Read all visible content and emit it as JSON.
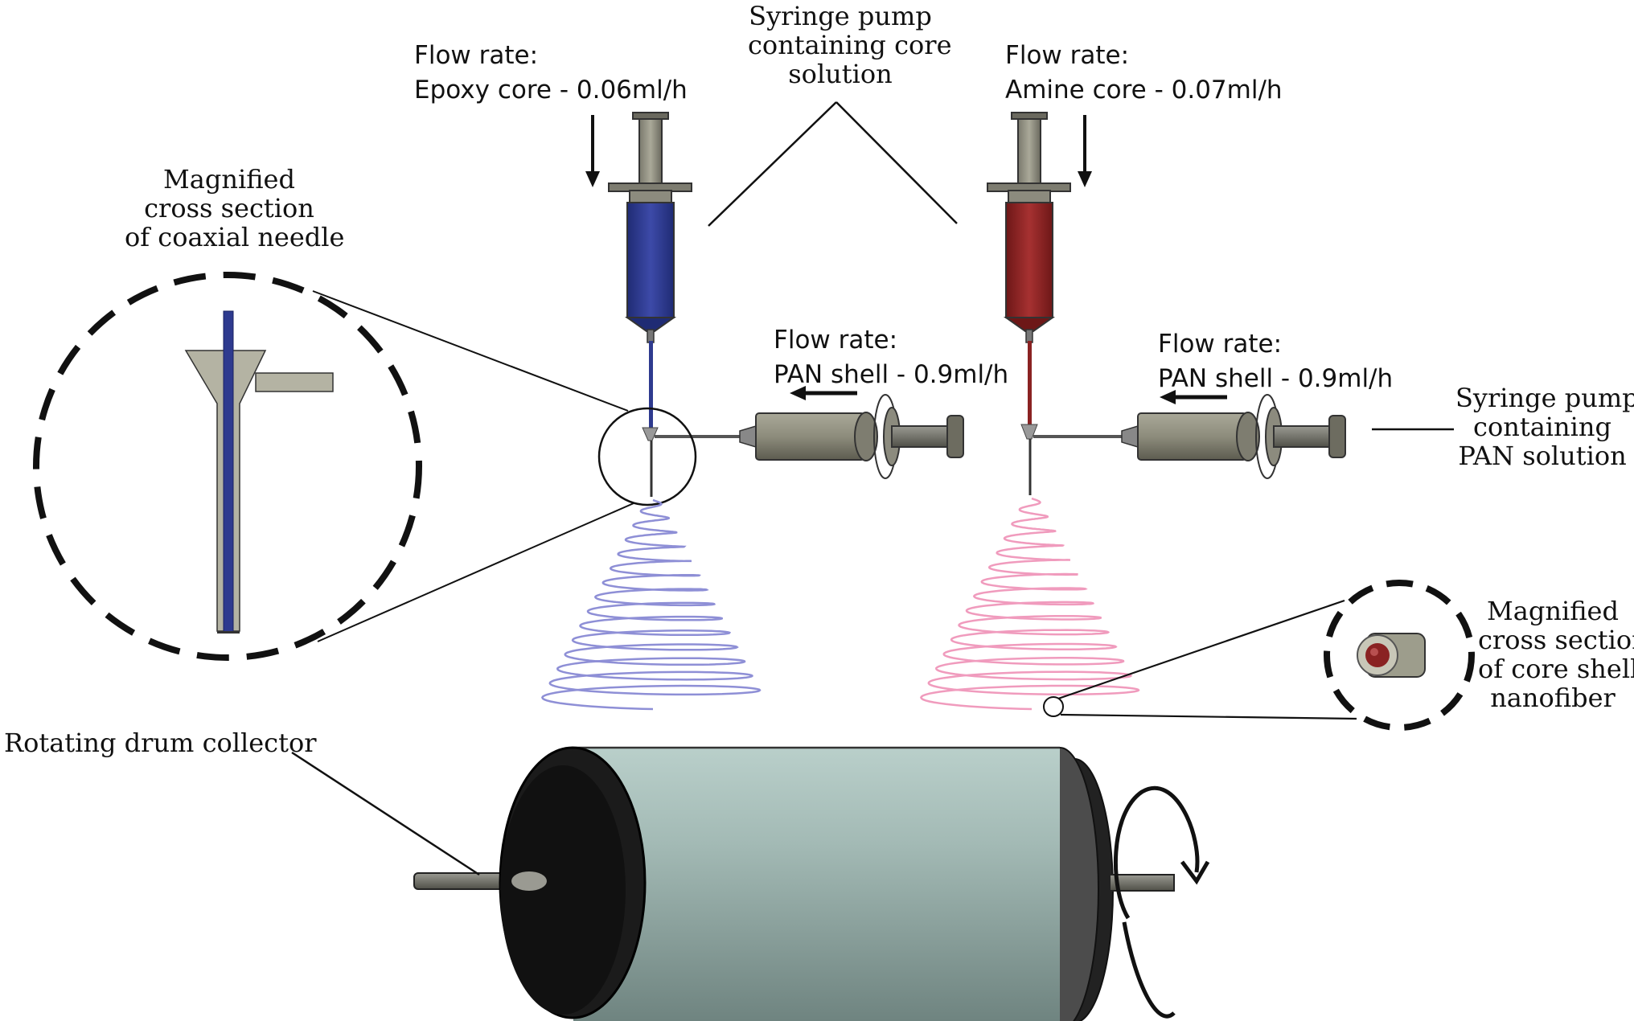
{
  "labels": {
    "top_center": [
      "Syringe pump",
      "containing core",
      "solution"
    ],
    "epoxy_flow": [
      "Flow rate:",
      "Epoxy core - 0.06ml/h"
    ],
    "amine_flow": [
      "Flow rate:",
      "Amine core - 0.07ml/h"
    ],
    "needle_magnified": [
      "Magnified",
      "cross section",
      "of coaxial needle"
    ],
    "pan_flow_left": [
      "Flow rate:",
      "PAN shell - 0.9ml/h"
    ],
    "pan_flow_right": [
      "Flow rate:",
      "PAN shell - 0.9ml/h"
    ],
    "pan_pump": [
      "Syringe pump",
      "containing",
      "PAN solution"
    ],
    "fiber_magnified": [
      "Magnified",
      "cross section",
      "of core shell",
      "nanofiber"
    ],
    "drum": "Rotating drum collector"
  },
  "colors": {
    "epoxy_core": "#2e3a8f",
    "amine_core": "#8a2222",
    "epoxy_jet": "#8e8fd6",
    "amine_jet": "#f09bbd",
    "drum_body": "#9fb5b0",
    "shell_syringe": "#8c8c7c",
    "needle_shell": "#b4b3a3"
  }
}
